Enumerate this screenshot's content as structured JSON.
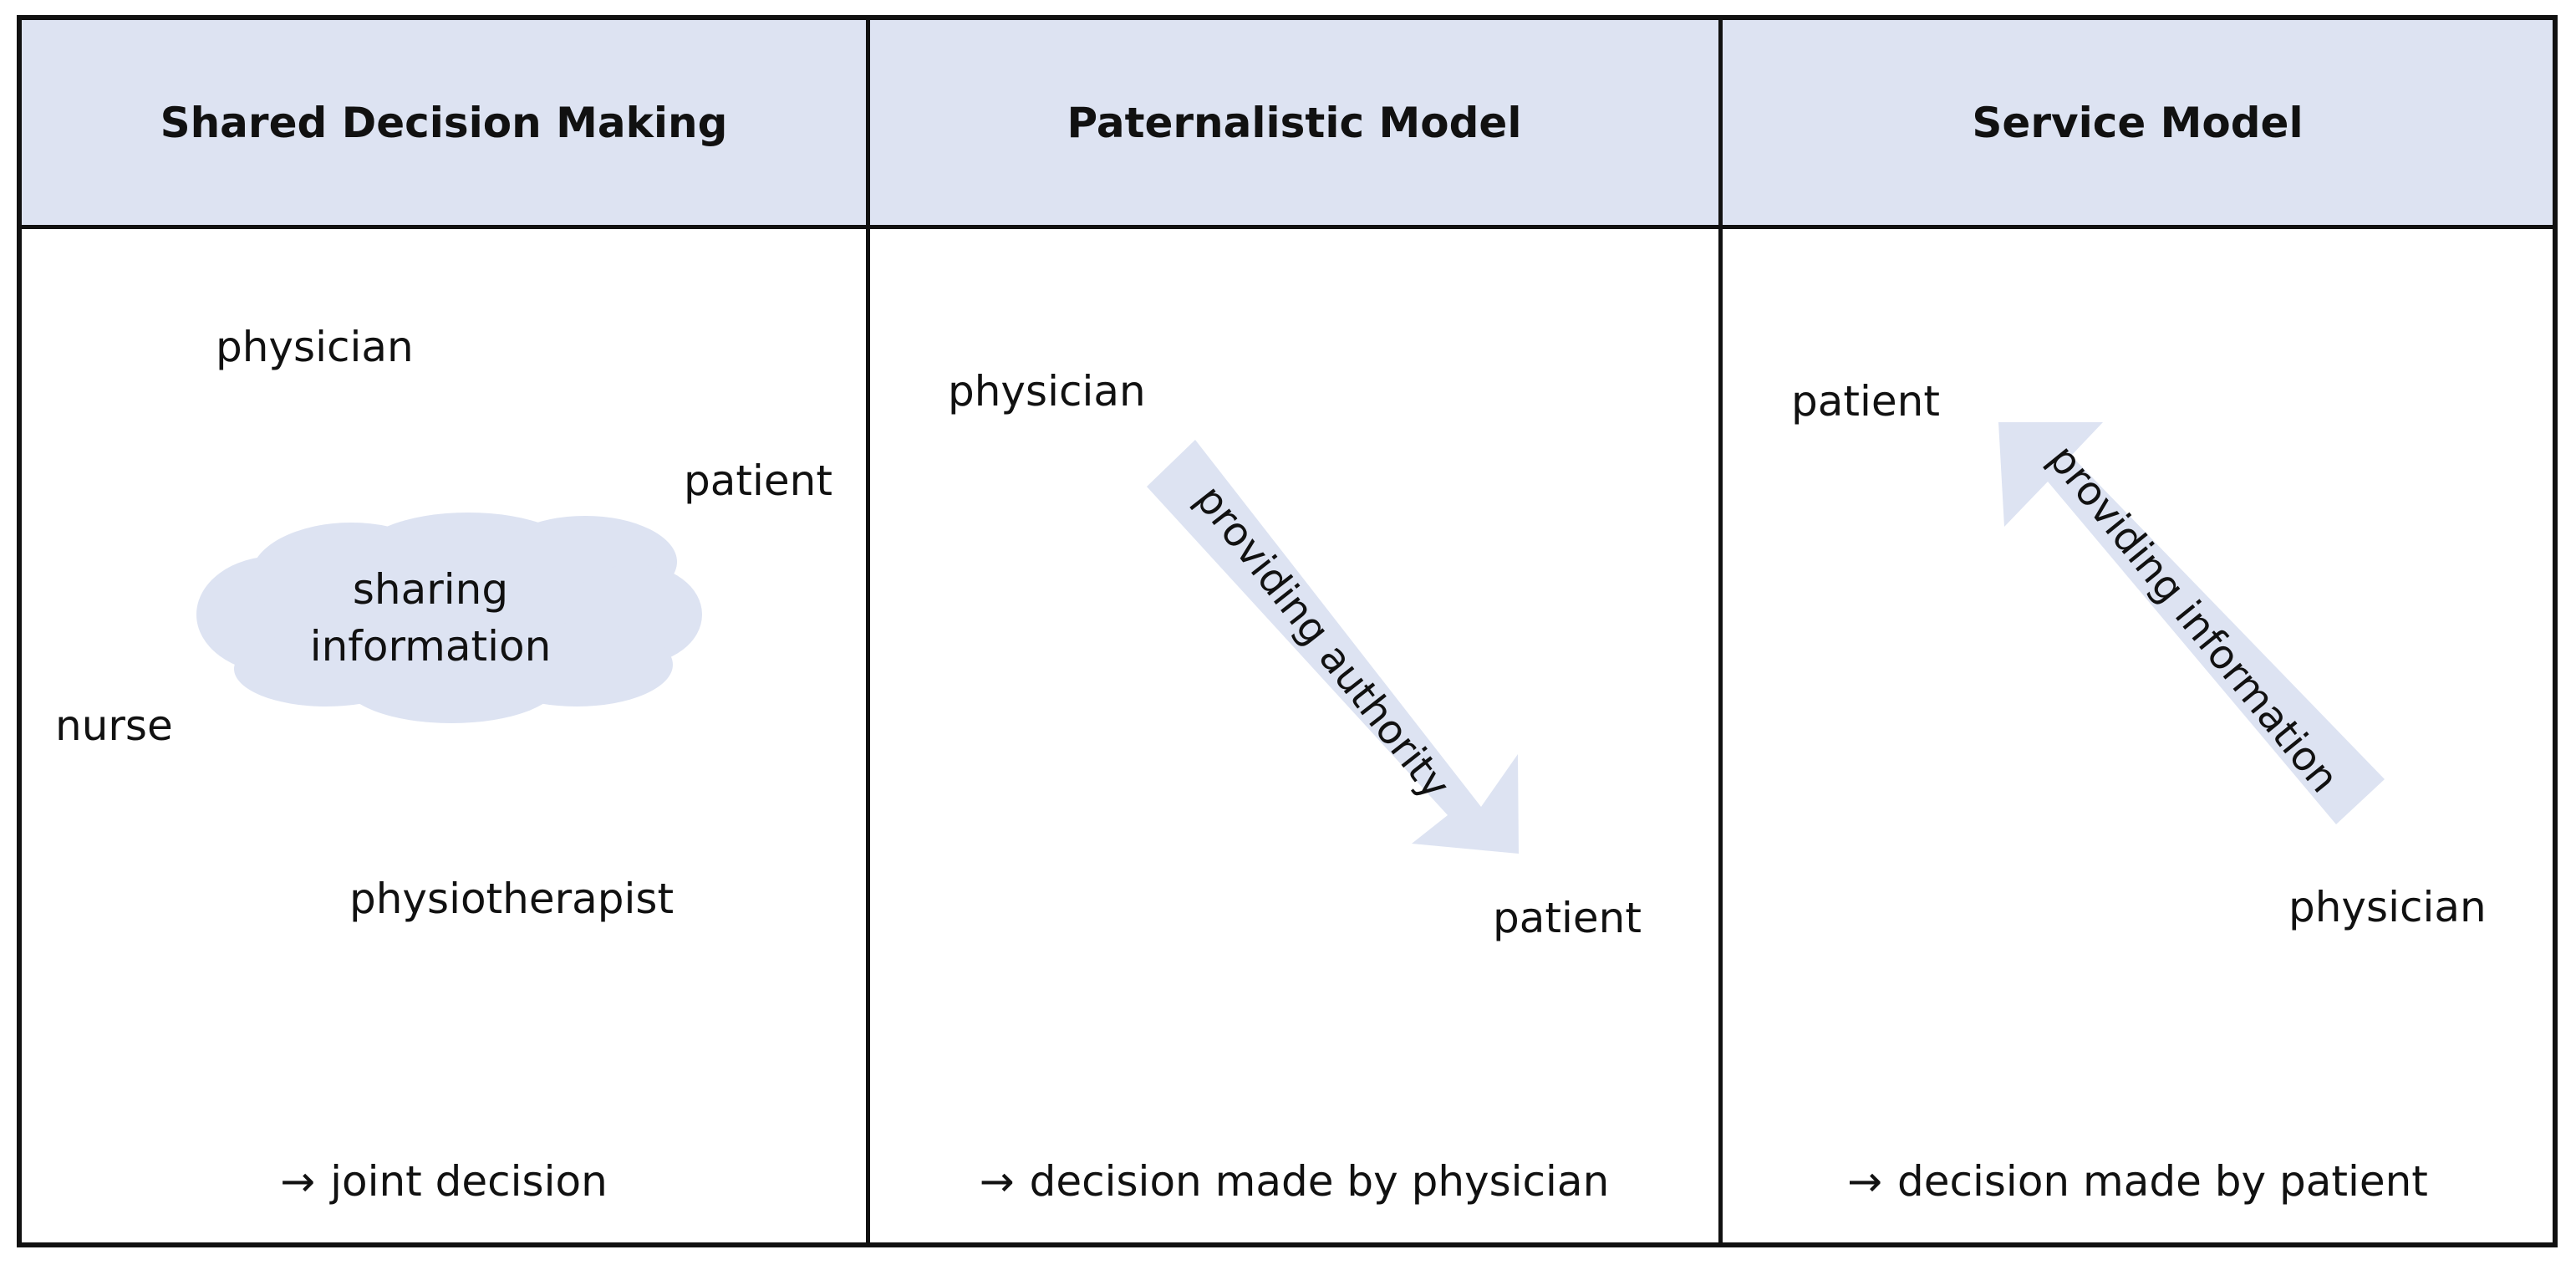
{
  "colors": {
    "header_fill": "#dde3f2",
    "arrow_fill": "#dde3f2",
    "cloud_fill": "#dde3f2",
    "border": "#111111",
    "text": "#111111"
  },
  "columns": [
    {
      "header": "Shared Decision Making",
      "labels": {
        "physician": "physician",
        "patient": "patient",
        "nurse": "nurse",
        "physiotherapist": "physiotherapist"
      },
      "cloud_line1": "sharing",
      "cloud_line2": "information",
      "footer_arrow": "→",
      "footer_text": "joint decision"
    },
    {
      "header": "Paternalistic Model",
      "labels": {
        "physician": "physician",
        "patient": "patient"
      },
      "arrow_label": "providing authority",
      "footer_arrow": "→",
      "footer_text": "decision made by physician"
    },
    {
      "header": "Service Model",
      "labels": {
        "patient": "patient",
        "physician": "physician"
      },
      "arrow_label": "providing information",
      "footer_arrow": "→",
      "footer_text": "decision made by patient"
    }
  ]
}
